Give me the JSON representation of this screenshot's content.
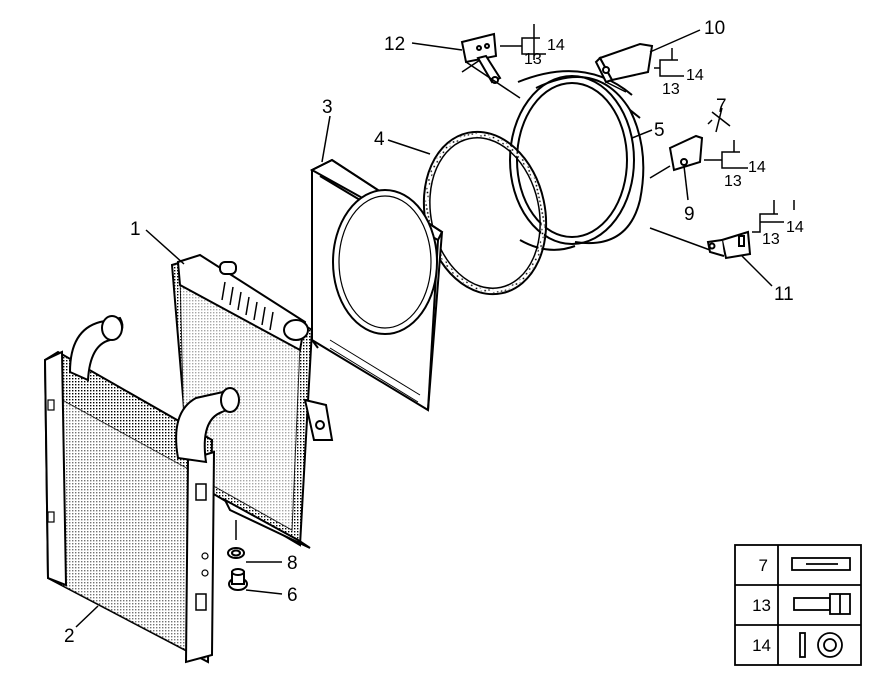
{
  "diagram": {
    "callouts": {
      "c1": "1",
      "c2": "2",
      "c3": "3",
      "c4": "4",
      "c5": "5",
      "c6": "6",
      "c7": "7",
      "c8": "8",
      "c9": "9",
      "c10": "10",
      "c11": "11",
      "c12": "12"
    },
    "fasteners": {
      "bracket_12": {
        "nut": "13",
        "washer": "14"
      },
      "bracket_10": {
        "nut": "13",
        "washer": "14"
      },
      "bracket_9": {
        "nut": "13",
        "washer": "14"
      },
      "bracket_11": {
        "nut": "13",
        "washer": "14"
      }
    },
    "legend": {
      "rows": [
        {
          "number": "7",
          "icon": "clip-icon"
        },
        {
          "number": "13",
          "icon": "bolt-icon"
        },
        {
          "number": "14",
          "icon": "washer-icon"
        }
      ]
    }
  }
}
